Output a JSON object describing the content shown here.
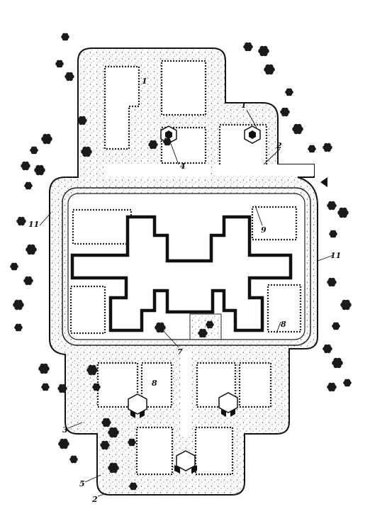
{
  "figure": {
    "callouts": [
      {
        "id": "callout-1-top",
        "text": "1"
      },
      {
        "id": "callout-1-left",
        "text": "1"
      },
      {
        "id": "callout-2-right",
        "text": "2"
      },
      {
        "id": "callout-2-bottom",
        "text": "2"
      },
      {
        "id": "callout-3",
        "text": "3"
      },
      {
        "id": "callout-4",
        "text": "4"
      },
      {
        "id": "callout-5",
        "text": "5"
      },
      {
        "id": "callout-7",
        "text": "7"
      },
      {
        "id": "callout-8-right",
        "text": "8"
      },
      {
        "id": "callout-8-bottom",
        "text": "8"
      },
      {
        "id": "callout-9",
        "text": "9"
      },
      {
        "id": "callout-11-left",
        "text": "11"
      },
      {
        "id": "callout-11-right",
        "text": "11"
      }
    ],
    "icons": {
      "tree": "tree-icon",
      "pavilion": "pavilion-icon",
      "entrance": "entrance-arrow-icon"
    },
    "colors": {
      "ink": "#111111",
      "paper": "#ffffff"
    }
  }
}
